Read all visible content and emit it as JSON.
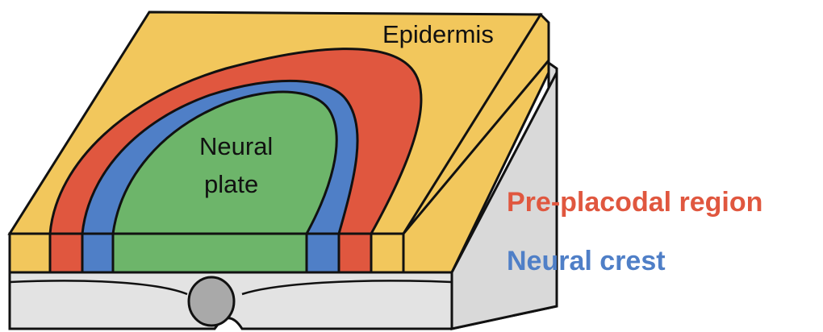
{
  "labels": {
    "epidermis": "Epidermis",
    "neural_plate_line1": "Neural",
    "neural_plate_line2": "plate",
    "pre_placodal_region": "Pre-placodal region",
    "neural_crest": "Neural crest"
  },
  "colors": {
    "epidermis": "#f2c75c",
    "pre_placodal_region": "#e0573f",
    "neural_crest": "#4f7fc7",
    "neural_plate": "#6db56a",
    "underlying_tissue": "#e3e3e3",
    "notochord": "#a9a9a9",
    "outline": "#111111"
  }
}
